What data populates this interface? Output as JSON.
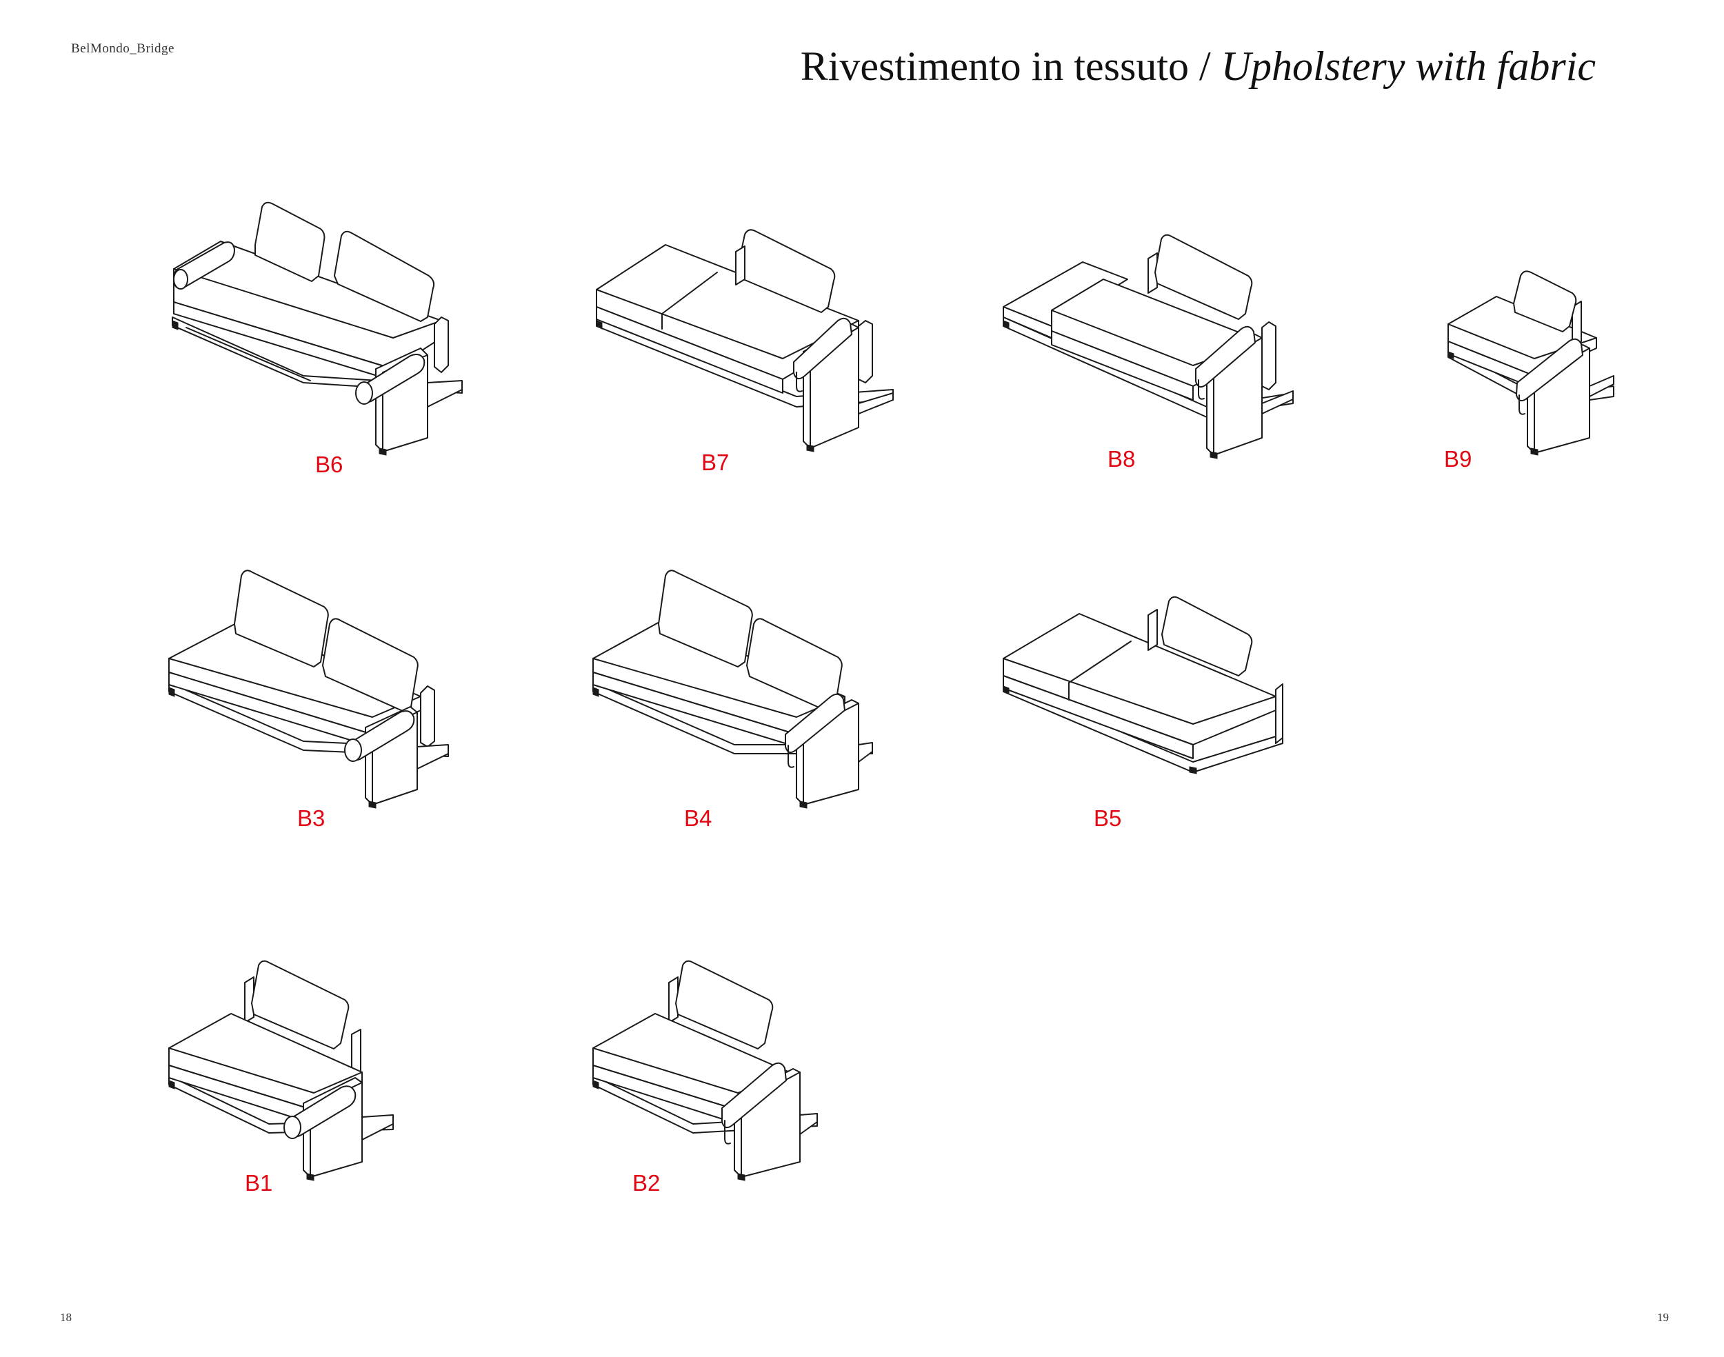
{
  "header": {
    "brand": "BelMondo_Bridge",
    "title_regular": "Rivestimento in tessuto / ",
    "title_italic": "Upholstery with fabric"
  },
  "modules": [
    {
      "code": "B6",
      "variant": "two-seat sofa with bolster arm"
    },
    {
      "code": "B7",
      "variant": "chaise sofa with padded arm"
    },
    {
      "code": "B8",
      "variant": "sofa with side table and padded arm"
    },
    {
      "code": "B9",
      "variant": "single seat with padded arm"
    },
    {
      "code": "B3",
      "variant": "two-seat sofa with bolster arm"
    },
    {
      "code": "B4",
      "variant": "two-seat sofa with padded arm"
    },
    {
      "code": "B5",
      "variant": "chaise sofa with backrest"
    },
    {
      "code": "B1",
      "variant": "single seat with bolster arm"
    },
    {
      "code": "B2",
      "variant": "single seat with padded arm"
    }
  ],
  "footer": {
    "page_left": "18",
    "page_right": "19"
  },
  "colors": {
    "label": "#e30613",
    "line": "#1a1a1a"
  }
}
